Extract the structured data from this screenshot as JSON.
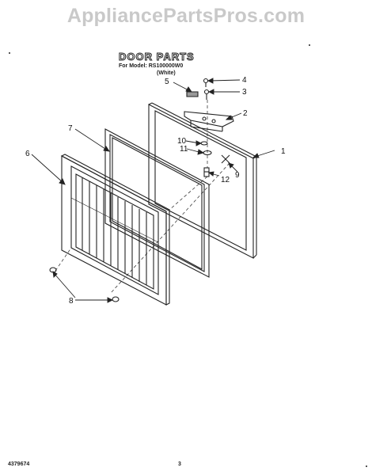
{
  "watermark": "AppliancePartsPros.com",
  "header": {
    "title": "DOOR PARTS",
    "model_line": "For Model: RS100000W0",
    "color_line": "(White)"
  },
  "callouts": [
    "1",
    "2",
    "3",
    "4",
    "5",
    "6",
    "7",
    "8",
    "9",
    "10",
    "11",
    "12"
  ],
  "footer": {
    "doc_number": "4379674",
    "page": "3"
  }
}
